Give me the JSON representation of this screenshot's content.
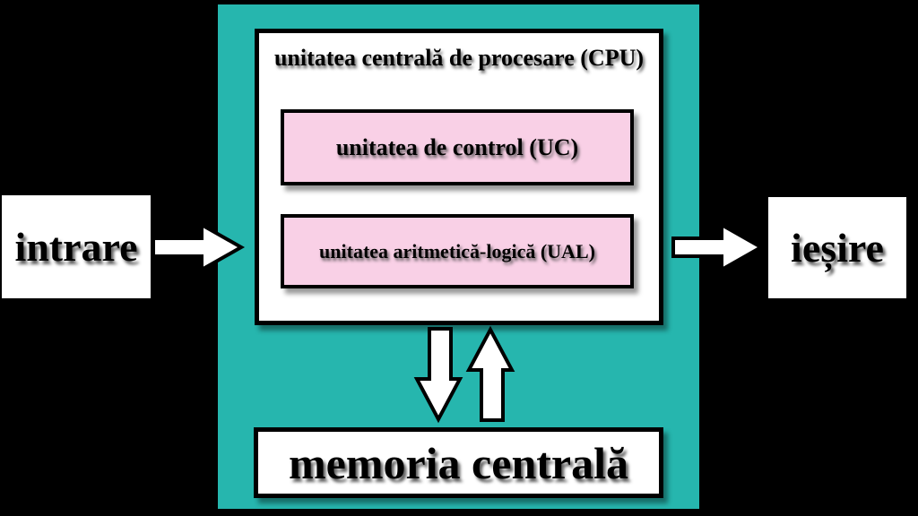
{
  "colors": {
    "background": "#000000",
    "system_panel": "#26B6AE",
    "cpu_fill": "#FFFFFF",
    "inner_unit_fill": "#F9D0E6",
    "io_fill": "#FFFFFF",
    "border": "#000000",
    "text": "#000000",
    "arrow_fill": "#FFFFFF"
  },
  "diagram": {
    "input": {
      "label": "intrare"
    },
    "output": {
      "label": "ieșire"
    },
    "cpu": {
      "title": "unitatea centrală de procesare (CPU)",
      "control_unit_label": "unitatea de control (UC)",
      "alu_label": "unitatea aritmetică-logică (UAL)"
    },
    "memory": {
      "label": "memoria centrală"
    }
  }
}
